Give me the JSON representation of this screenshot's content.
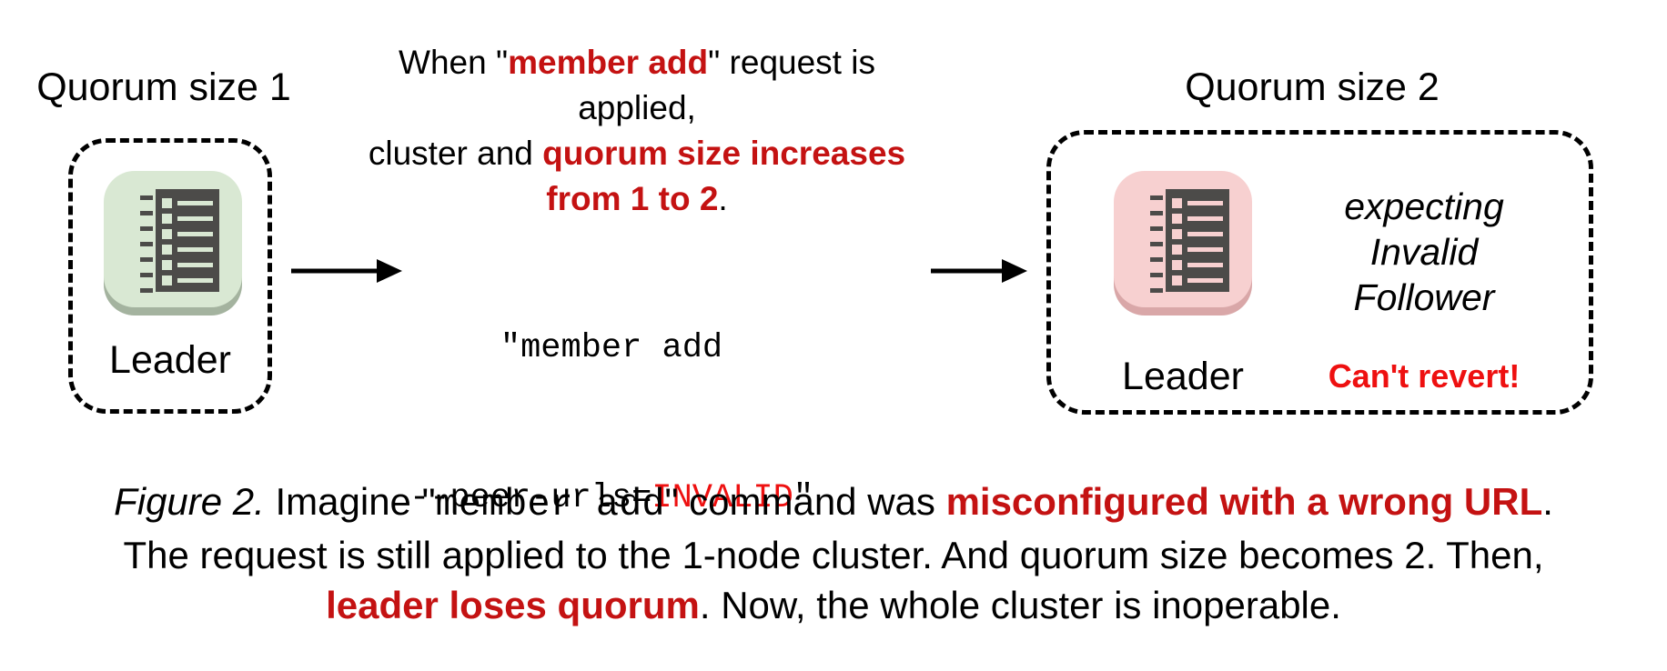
{
  "palette": {
    "red": "#c41212",
    "bright_red": "#ee1010",
    "icon_dark": "#4c4b49",
    "green_bg": "#d9e8d3",
    "green_edge": "#a4b39f",
    "pink_bg": "#f7d0d0",
    "pink_edge": "#d9a7a8"
  },
  "left_cluster": {
    "title": "Quorum size 1",
    "node_label": "Leader",
    "icon": "ledger-icon"
  },
  "transition": {
    "note_lines": [
      [
        {
          "t": "When \"",
          "s": "plain"
        },
        {
          "t": "member add",
          "s": "red-bold"
        },
        {
          "t": "\" request is applied,",
          "s": "plain"
        }
      ],
      [
        {
          "t": "cluster and ",
          "s": "plain"
        },
        {
          "t": "quorum size increases",
          "s": "red-bold"
        }
      ],
      [
        {
          "t": "from 1 to 2",
          "s": "red-bold"
        },
        {
          "t": ".",
          "s": "plain"
        }
      ]
    ],
    "command_lines": [
      [
        {
          "t": "\"member add",
          "s": "mono"
        }
      ],
      [
        {
          "t": "--peer-urls=",
          "s": "mono"
        },
        {
          "t": "INVALID",
          "s": "mono-red"
        },
        {
          "t": "\"",
          "s": "mono"
        }
      ]
    ],
    "arrow_icon": "arrow-right-icon"
  },
  "right_cluster": {
    "title": "Quorum size 2",
    "node_label": "Leader",
    "icon": "ledger-icon",
    "expecting_lines": [
      "expecting",
      "Invalid",
      "Follower"
    ],
    "warning": "Can't revert!"
  },
  "caption": {
    "lines": [
      [
        {
          "t": "Figure 2.",
          "s": "italic"
        },
        {
          "t": " Imagine \"",
          "s": "plain"
        },
        {
          "t": "member add",
          "s": "mono"
        },
        {
          "t": "\" command was ",
          "s": "plain"
        },
        {
          "t": "misconfigured with a wrong URL",
          "s": "red-bold"
        },
        {
          "t": ".",
          "s": "plain"
        }
      ],
      [
        {
          "t": "The request is still applied to the 1-node cluster. And quorum size becomes 2. Then,",
          "s": "plain"
        }
      ],
      [
        {
          "t": "leader loses quorum",
          "s": "red-bold"
        },
        {
          "t": ". Now, the whole cluster is inoperable.",
          "s": "plain"
        }
      ]
    ]
  }
}
